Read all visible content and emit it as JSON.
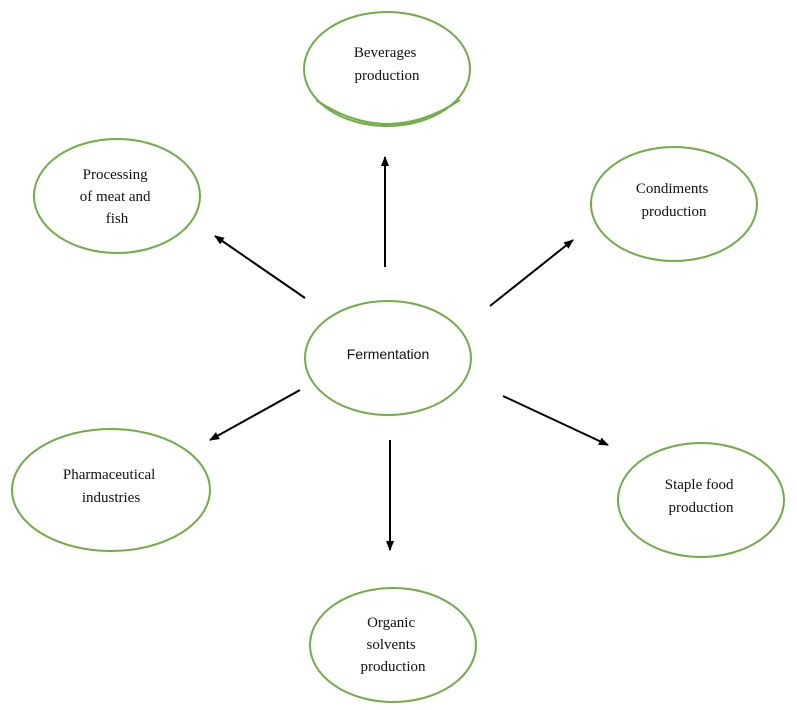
{
  "diagram": {
    "center": {
      "label": "Fermentation"
    },
    "nodes": [
      {
        "id": "beverages",
        "lines": [
          "Beverages",
          "production"
        ]
      },
      {
        "id": "condiments",
        "lines": [
          "Condiments",
          "production"
        ]
      },
      {
        "id": "staple-food",
        "lines": [
          "Staple food",
          "production"
        ]
      },
      {
        "id": "organic-solvents",
        "lines": [
          "Organic",
          "solvents",
          "production"
        ]
      },
      {
        "id": "pharmaceutical",
        "lines": [
          "Pharmaceutical",
          "industries"
        ]
      },
      {
        "id": "meat-fish",
        "lines": [
          "Processing",
          "of meat and",
          "fish"
        ]
      }
    ],
    "colors": {
      "ellipse_stroke": "#70ad47",
      "arrow": "#000000",
      "text": "#111111"
    }
  }
}
